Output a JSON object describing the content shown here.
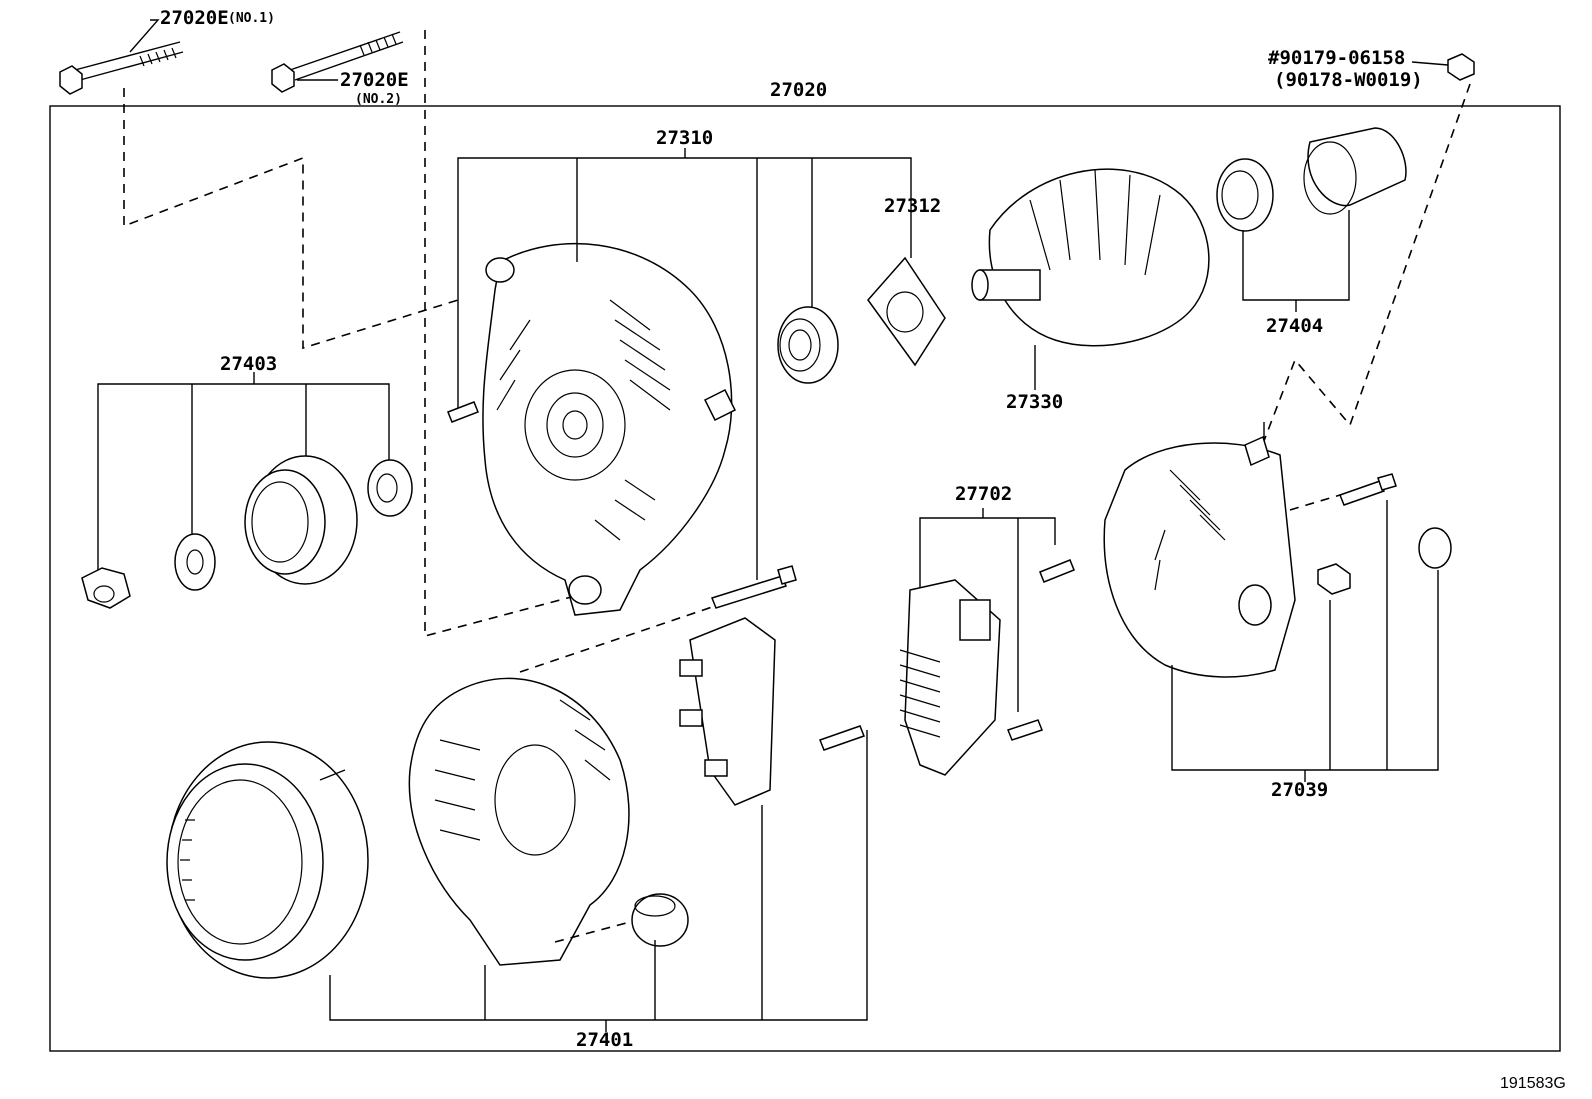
{
  "labels": {
    "bolt_no1": "27020E",
    "bolt_no1_suffix": "(NO.1)",
    "bolt_no2": "27020E",
    "bolt_no2_suffix": "(NO.2)",
    "assembly": "27020",
    "nut_part": "#90179-06158",
    "nut_part_alt": "(90178-W0019)",
    "frame_set": "27310",
    "retainer": "27312",
    "rotor": "27330",
    "bearing_set": "27404",
    "pulley_set": "27403",
    "regulator": "27702",
    "rear_cover": "27039",
    "stator_set": "27401"
  },
  "figure_id": "191583G"
}
